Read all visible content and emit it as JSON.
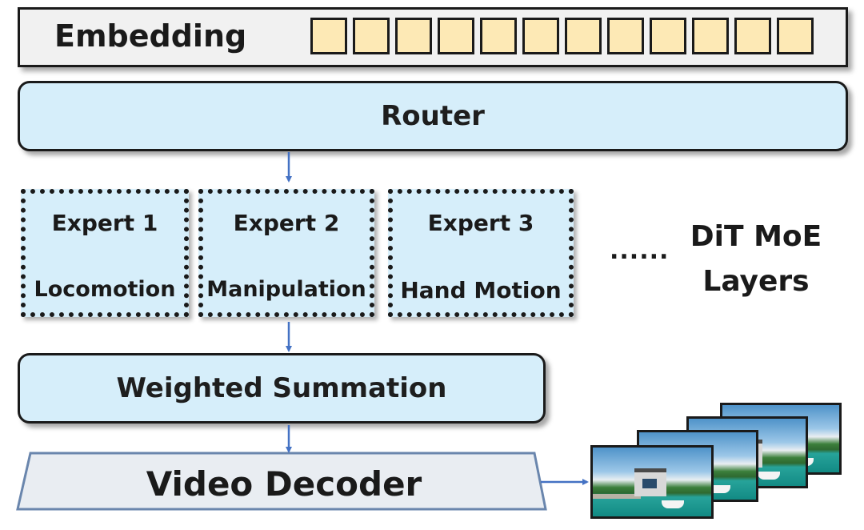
{
  "embedding": {
    "label": "Embedding",
    "token_count": 12
  },
  "router": {
    "label": "Router"
  },
  "experts": [
    {
      "title": "Expert 1",
      "specialty": "Locomotion"
    },
    {
      "title": "Expert 2",
      "specialty": "Manipulation"
    },
    {
      "title": "Expert 3",
      "specialty": "Hand Motion"
    }
  ],
  "ellipsis": "......",
  "dit_moe_label": {
    "line1": "DiT MoE",
    "line2": "Layers"
  },
  "weighted_summation": {
    "label": "Weighted Summation"
  },
  "video_decoder": {
    "label": "Video Decoder"
  },
  "output_frames": {
    "count": 4
  },
  "colors": {
    "embedding_bg": "#f1f1f1",
    "token_fill": "#fde9b5",
    "block_fill": "#d6eefa",
    "decoder_fill": "#e9edf2",
    "arrow": "#4472c4",
    "outline": "#1a1a1a"
  }
}
